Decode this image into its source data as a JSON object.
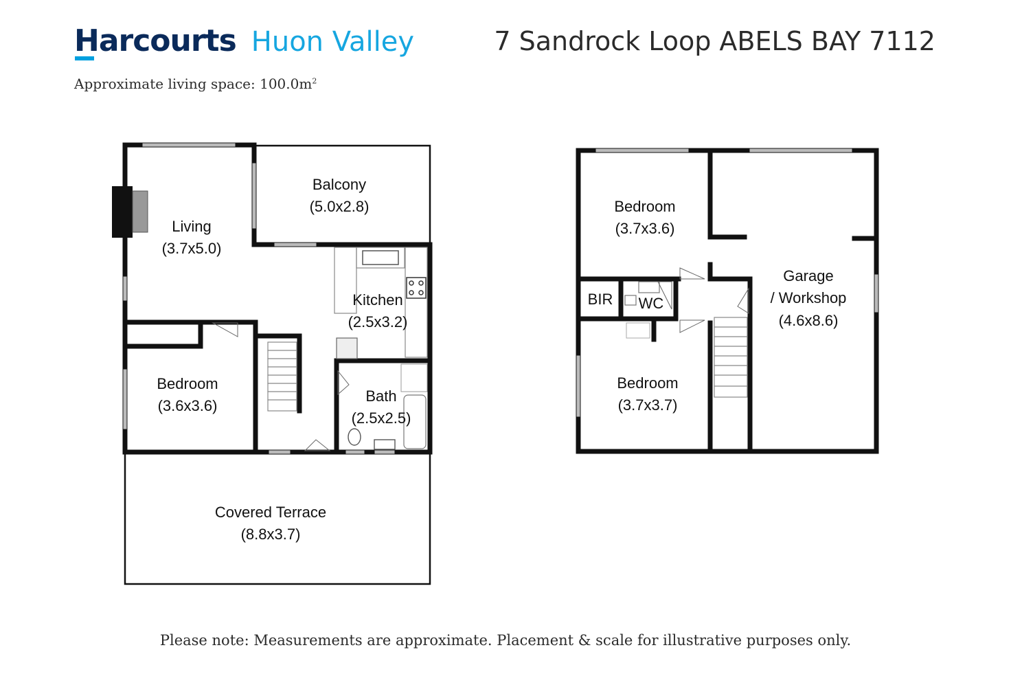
{
  "header": {
    "brand": "Harcourts",
    "region": "Huon Valley",
    "address": "7 Sandrock Loop ABELS BAY 7112",
    "living_space_label": "Approximate living space: 100.0m",
    "living_space_sup": "2"
  },
  "ground_floor": {
    "rooms": [
      {
        "name": "Balcony",
        "dims": "(5.0x2.8)"
      },
      {
        "name": "Living",
        "dims": "(3.7x5.0)"
      },
      {
        "name": "Kitchen",
        "dims": "(2.5x3.2)"
      },
      {
        "name": "Bedroom",
        "dims": "(3.6x3.6)"
      },
      {
        "name": "Bath",
        "dims": "(2.5x2.5)"
      },
      {
        "name": "Covered Terrace",
        "dims": "(8.8x3.7)"
      }
    ]
  },
  "lower_floor": {
    "rooms": [
      {
        "name": "Bedroom",
        "dims": "(3.7x3.6)"
      },
      {
        "name": "BIR",
        "dims": ""
      },
      {
        "name": "WC",
        "dims": ""
      },
      {
        "name": "Garage",
        "name2": "/ Workshop",
        "dims": "(4.6x8.6)"
      },
      {
        "name": "Bedroom",
        "dims": "(3.7x3.7)"
      }
    ]
  },
  "footer": {
    "note": "Please note: Measurements are approximate. Placement & scale for illustrative purposes only."
  },
  "colors": {
    "brand_navy": "#0a2a5a",
    "brand_blue": "#16a6e0",
    "wall": "#111111"
  }
}
